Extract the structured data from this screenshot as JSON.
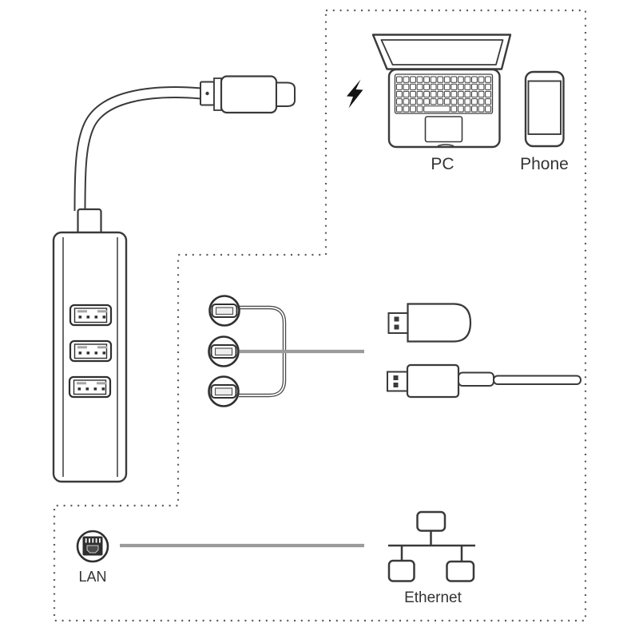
{
  "colors": {
    "ink": "#333333",
    "gray_connector_line": "#9b9b9b",
    "dashed_border": "#5b5b5b",
    "background": "#ffffff",
    "bolt_fill": "#141414"
  },
  "icon_names": [
    "usb-c-plug-icon",
    "adapter-cable",
    "hub-device",
    "hub-usb-a-port",
    "lightning-bolt-icon",
    "laptop-icon",
    "smartphone-icon",
    "usb-port-circle-icon",
    "splitter-bracket",
    "usb-dongle-icon",
    "usb-cable-icon",
    "rj45-lan-port-icon",
    "ethernet-network-icon"
  ],
  "panels": {
    "host": {
      "pc_label": "PC",
      "phone_label": "Phone"
    },
    "peripherals": {
      "usb_ports_shown": 3
    },
    "network": {
      "lan_label": "LAN",
      "ethernet_label": "Ethernet"
    }
  }
}
